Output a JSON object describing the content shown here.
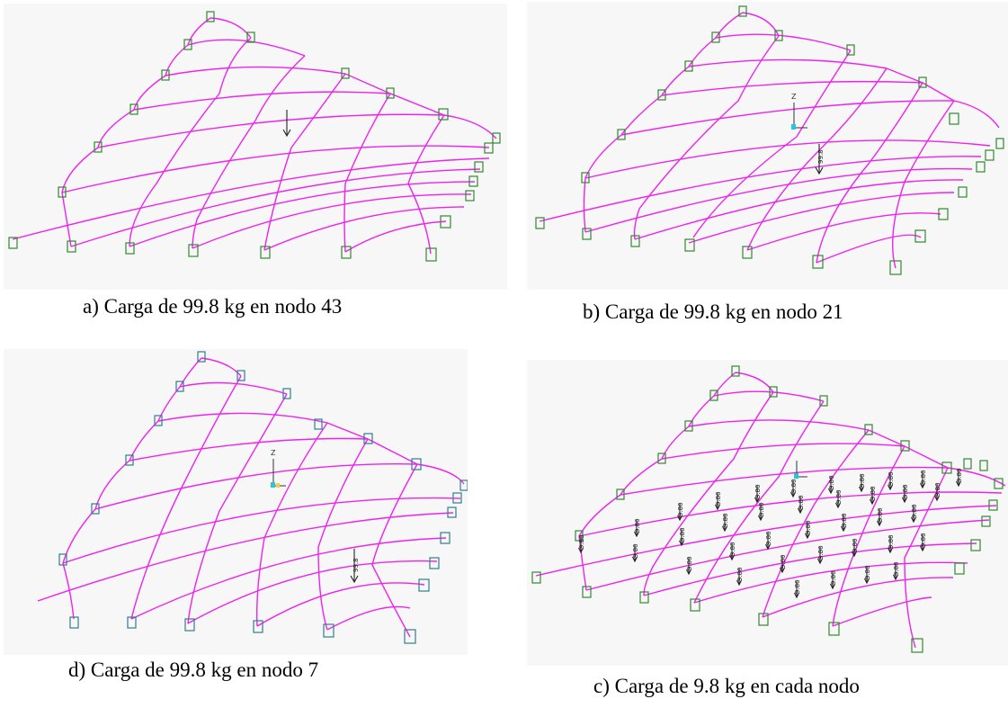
{
  "panels": {
    "a": {
      "caption": "a) Carga de 99.8 kg en nodo 43"
    },
    "b": {
      "caption": "b) Carga de 99.8 kg en nodo 21",
      "load_label": "99.8",
      "axis_label": "Z"
    },
    "d": {
      "caption": "d) Carga de 99.8 kg en nodo 7",
      "load_label": "99.8",
      "axis_label": "Z"
    },
    "c": {
      "caption": "c) Carga de 9.8 kg en cada nodo",
      "load_label": "9.80"
    }
  },
  "colors": {
    "members": "#ee22ee",
    "supports": "#2f8a2f",
    "supports_d": "#2e7f8f",
    "panel_bg": "#f7f7f7"
  }
}
